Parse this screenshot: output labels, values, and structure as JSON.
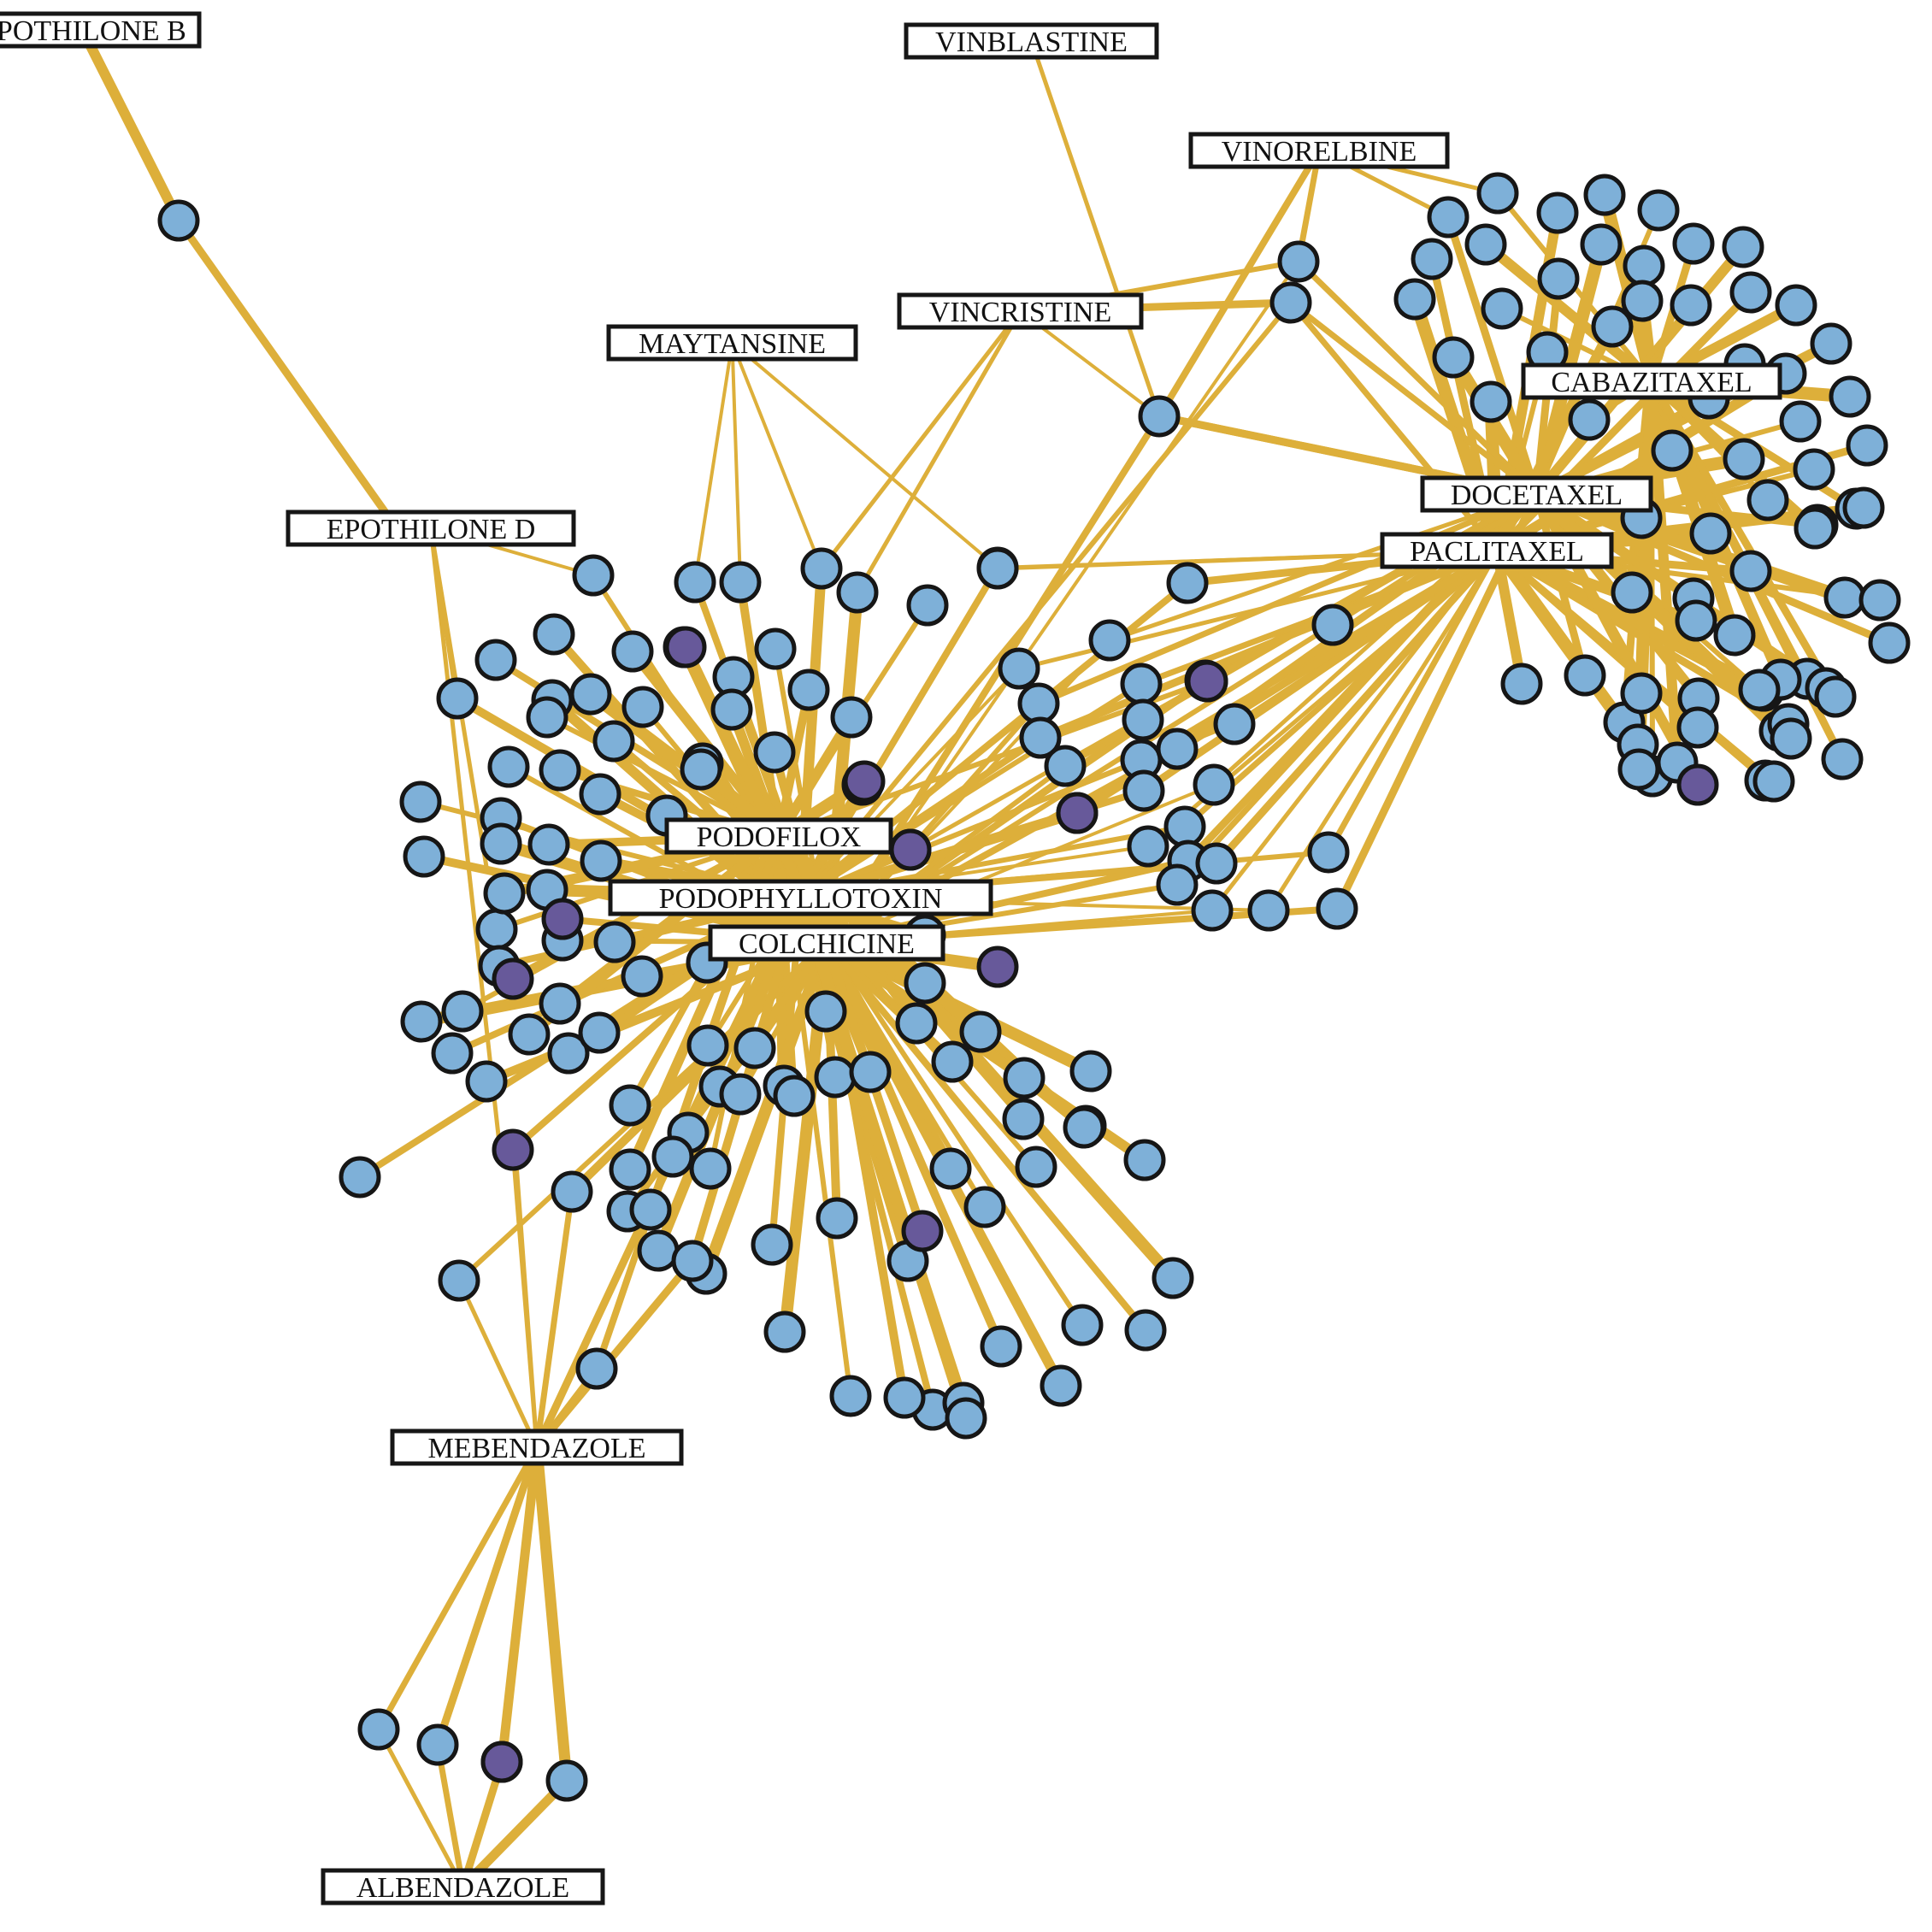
{
  "diagram": {
    "drug_labels": [
      "EPOTHILONE B",
      "VINBLASTINE",
      "VINORELBINE",
      "VINCRISTINE",
      "MAYTANSINE",
      "CABAZITAXEL",
      "DOCETAXEL",
      "PACLITAXEL",
      "EPOTHILONE D",
      "PODOFILOX",
      "PODOPHYLLOTOXIN",
      "COLCHICINE",
      "MEBENDAZOLE",
      "ALBENDAZOLE"
    ],
    "colors": {
      "edge": "#DDAF3A",
      "node_light": "#7EB0D8",
      "node_dark": "#67599A",
      "outline": "#161616",
      "label_fill": "#FFFFFF"
    }
  }
}
